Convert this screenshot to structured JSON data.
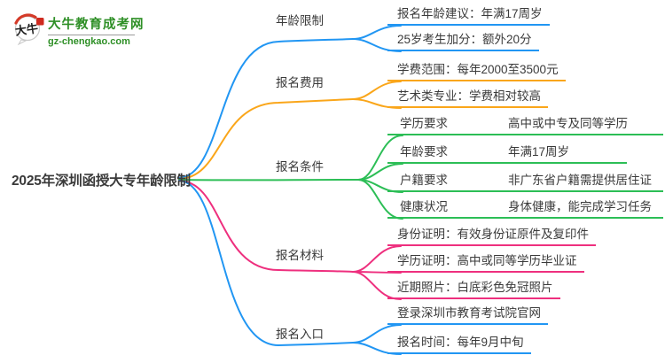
{
  "logo": {
    "bubble_text": "大牛",
    "title": "大牛教育成考网",
    "url": "gz-chengkao.com"
  },
  "colors": {
    "blue": "#2196f3",
    "orange": "#faa61a",
    "green": "#2cbe56",
    "pink": "#ee2f7e",
    "text": "#3a3a3a",
    "brand": "#2e8f26"
  },
  "central_topic": "2025年深圳函授大专年龄限制",
  "branches": [
    {
      "label": "年龄限制",
      "color": "blue",
      "children": [
        {
          "text": "报名年龄建议：年满17周岁"
        },
        {
          "text": "25岁考生加分：额外20分"
        }
      ]
    },
    {
      "label": "报名费用",
      "color": "orange",
      "children": [
        {
          "text": "学费范围：每年2000至3500元"
        },
        {
          "text": "艺术类专业：学费相对较高"
        }
      ]
    },
    {
      "label": "报名条件",
      "color": "green",
      "children": [
        {
          "key": "学历要求",
          "value": "高中或中专及同等学历"
        },
        {
          "key": "年龄要求",
          "value": "年满17周岁"
        },
        {
          "key": "户籍要求",
          "value": "非广东省户籍需提供居住证"
        },
        {
          "key": "健康状况",
          "value": "身体健康，能完成学习任务"
        }
      ]
    },
    {
      "label": "报名材料",
      "color": "pink",
      "children": [
        {
          "text": "身份证明：有效身份证原件及复印件"
        },
        {
          "text": "学历证明：高中或同等学历毕业证"
        },
        {
          "text": "近期照片：白底彩色免冠照片"
        }
      ]
    },
    {
      "label": "报名入口",
      "color": "blue",
      "children": [
        {
          "text": "登录深圳市教育考试院官网"
        },
        {
          "text": "报名时间：每年9月中旬"
        }
      ]
    }
  ]
}
